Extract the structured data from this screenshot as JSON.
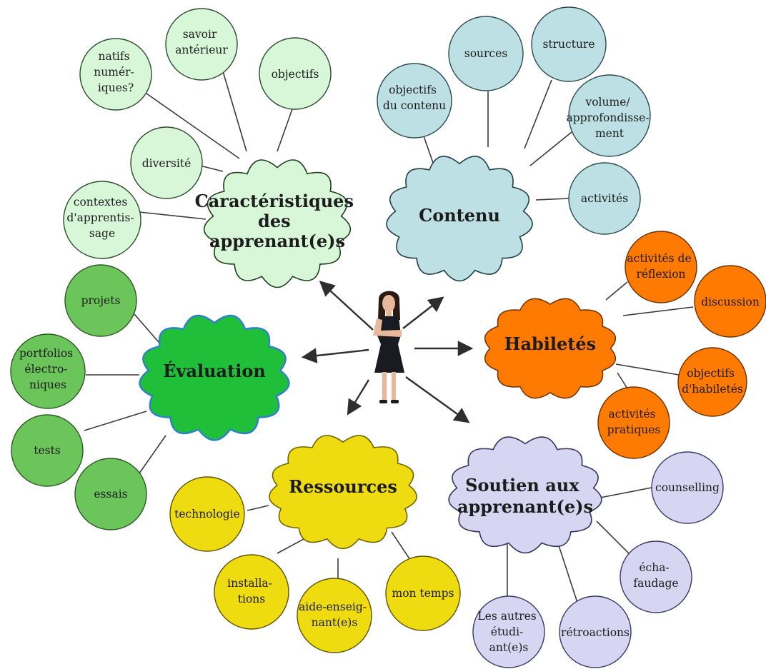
{
  "hubs": {
    "caracteristiques": {
      "label": [
        "Caractéristiques",
        "des",
        "apprenant(e)s"
      ],
      "color": "#d8f7d8",
      "stroke": "#1e3d1e"
    },
    "contenu": {
      "label": [
        "Contenu"
      ],
      "color": "#bde0e5",
      "stroke": "#1f3e43"
    },
    "habiletes": {
      "label": [
        "Habiletés"
      ],
      "color": "#ff7a00",
      "stroke": "#7a3600"
    },
    "soutien": {
      "label": [
        "Soutien aux",
        "apprenant(e)s"
      ],
      "color": "#d6d5f2",
      "stroke": "#34335e"
    },
    "ressources": {
      "label": [
        "Ressources"
      ],
      "color": "#eedc10",
      "stroke": "#6e6300"
    },
    "evaluation": {
      "label": [
        "Évaluation"
      ],
      "color": "#1fbf3a",
      "stroke": "#2e7fd0"
    }
  },
  "leaves": {
    "caracteristiques": [
      [
        "natifs",
        "numér-",
        "iques?"
      ],
      [
        "savoir",
        "antérieur"
      ],
      [
        "objectifs"
      ],
      [
        "diversité"
      ],
      [
        "contextes",
        "d'apprentis-",
        "sage"
      ]
    ],
    "contenu": [
      [
        "sources"
      ],
      [
        "structure"
      ],
      [
        "objectifs",
        "du contenu"
      ],
      [
        "volume/",
        "approfondisse-",
        "ment"
      ],
      [
        "activités"
      ]
    ],
    "habiletes": [
      [
        "activités de",
        "réflexion"
      ],
      [
        "discussion"
      ],
      [
        "objectifs",
        "d'habiletés"
      ],
      [
        "activités",
        "pratiques"
      ]
    ],
    "soutien": [
      [
        "counselling"
      ],
      [
        "écha-",
        "faudage"
      ],
      [
        "rétroactions"
      ],
      [
        "Les autres",
        "étudi-",
        "ant(e)s"
      ]
    ],
    "ressources": [
      [
        "technologie"
      ],
      [
        "installa-",
        "tions"
      ],
      [
        "aide-enseig-",
        "nant(e)s"
      ],
      [
        "mon temps"
      ]
    ],
    "evaluation": [
      [
        "projets"
      ],
      [
        "portfolios",
        "électro-",
        "niques"
      ],
      [
        "tests"
      ],
      [
        "essais"
      ]
    ]
  },
  "leaf_colors": {
    "caracteristiques": {
      "fill": "#d8f7d8",
      "stroke": "#2d4a2d"
    },
    "contenu": {
      "fill": "#bde0e5",
      "stroke": "#2b4a50"
    },
    "habiletes": {
      "fill": "#ff7a00",
      "stroke": "#6a2f00"
    },
    "soutien": {
      "fill": "#d6d5f2",
      "stroke": "#3a3966"
    },
    "ressources": {
      "fill": "#eedc10",
      "stroke": "#5e5500"
    },
    "evaluation": {
      "fill": "#6cc55a",
      "stroke": "#2b5a22"
    }
  },
  "person": {
    "dress": "#1a1a22",
    "skin": "#e8b89a",
    "hair": "#2a1a12"
  }
}
